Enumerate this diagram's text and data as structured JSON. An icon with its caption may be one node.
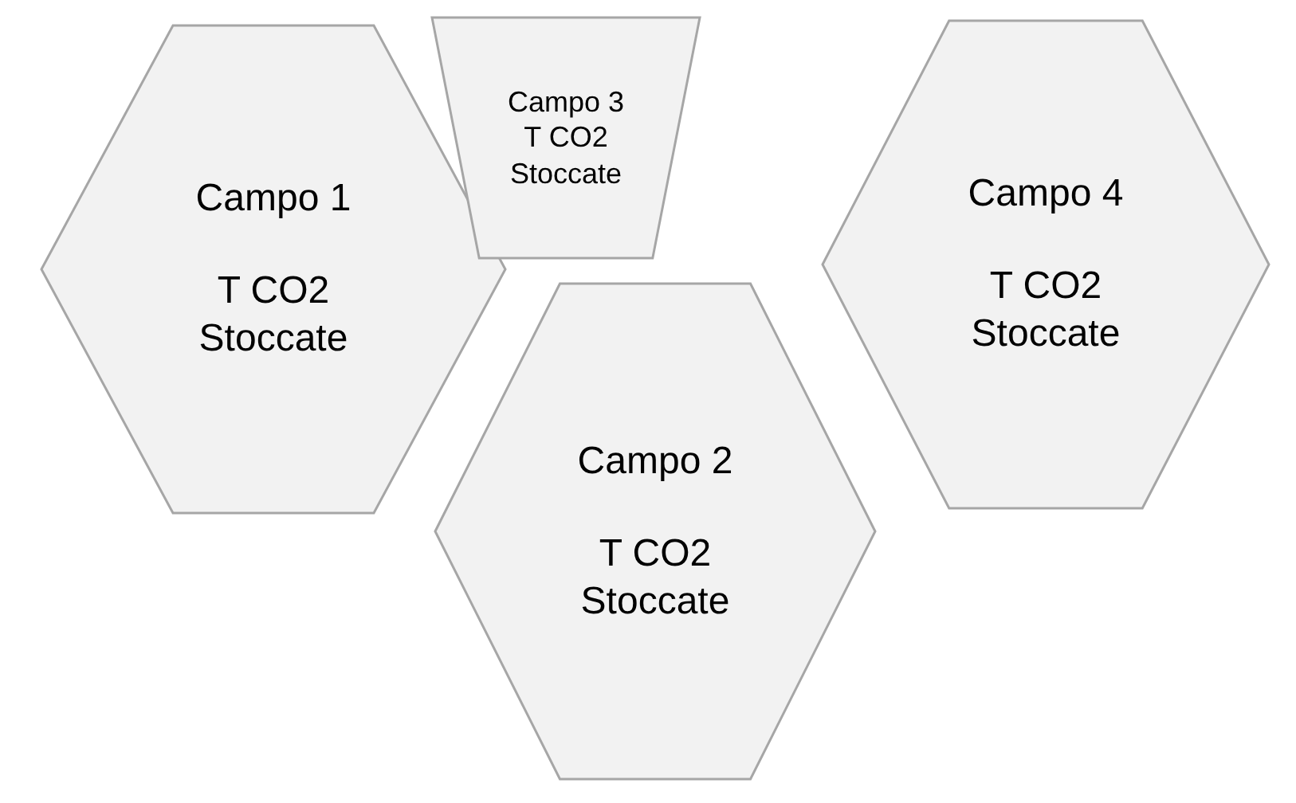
{
  "diagram": {
    "nodes": [
      {
        "text": [
          "Campo 1",
          "T CO2 Stoccate"
        ]
      },
      {
        "text": [
          "Campo 3",
          "T CO2 Stoccate"
        ]
      },
      {
        "text": [
          "Campo 4",
          "T CO2 Stoccate"
        ]
      },
      {
        "text": [
          "Campo 2",
          "T CO2 Stoccate"
        ]
      }
    ],
    "edges": []
  }
}
